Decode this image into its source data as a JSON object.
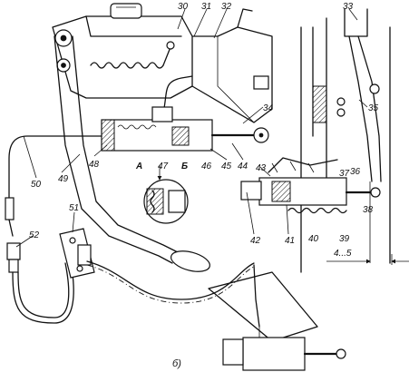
{
  "callouts": {
    "n30": "30",
    "n31": "31",
    "n32": "32",
    "n33": "33",
    "n34": "34",
    "n35": "35",
    "n36": "36",
    "n37": "37",
    "n38": "38",
    "n39": "39",
    "n40": "40",
    "n41": "41",
    "n42": "42",
    "n43": "43",
    "n44": "44",
    "n45": "45",
    "n46": "46",
    "n47": "47",
    "n48": "48",
    "n49": "49",
    "n50": "50",
    "n51": "51",
    "n52": "52"
  },
  "detail_letters": {
    "a": "А",
    "b": "Б"
  },
  "dimension": "4...5",
  "caption": "б)"
}
